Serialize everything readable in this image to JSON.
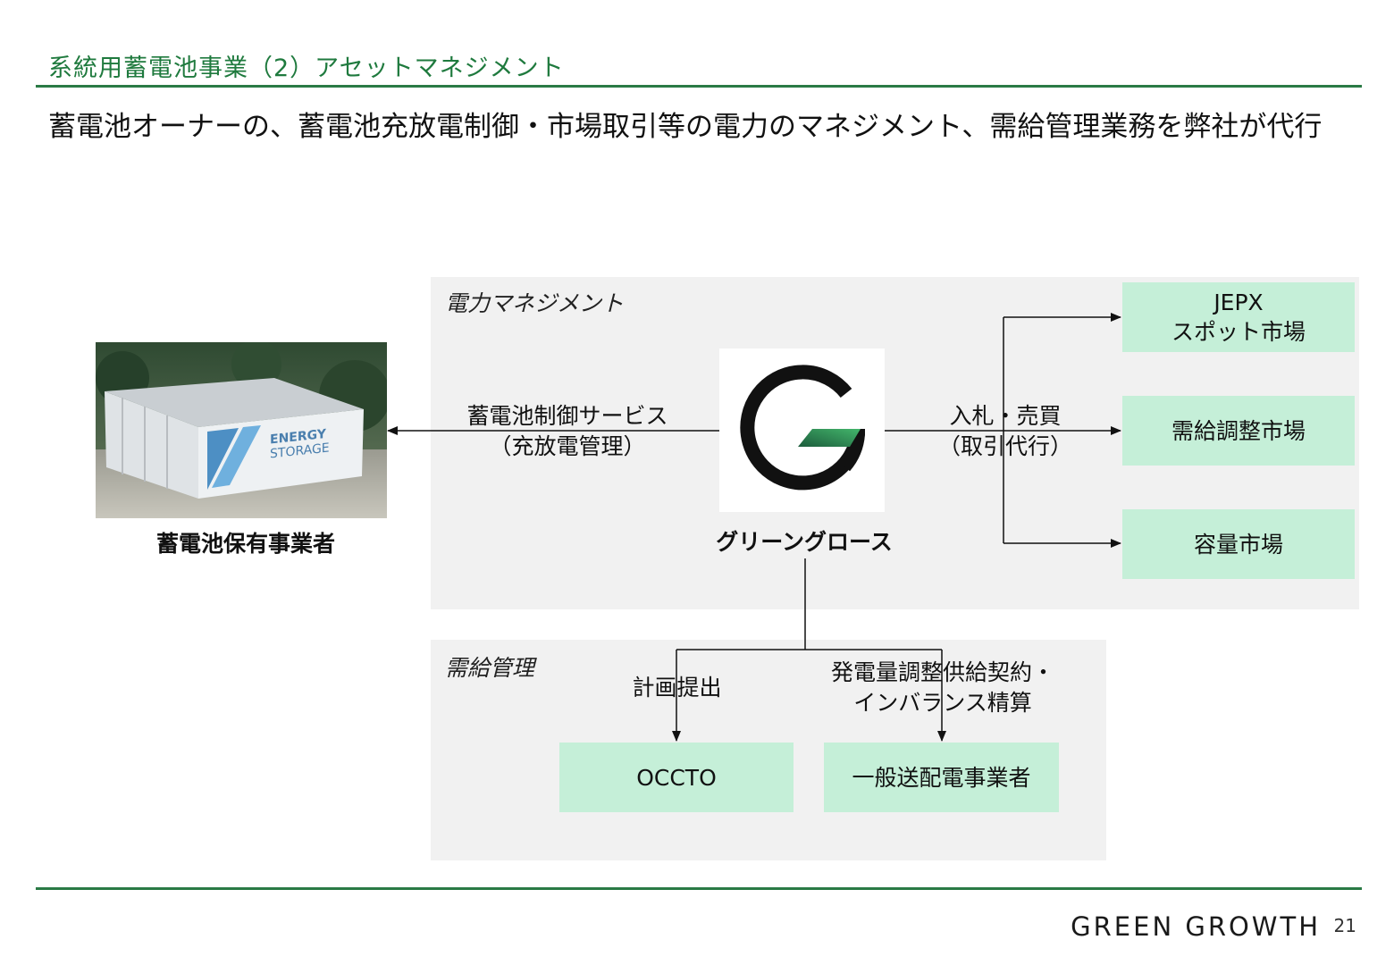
{
  "header": {
    "section_title": "系統用蓄電池事業（2）アセットマネジメント",
    "headline": "蓄電池オーナーの、蓄電池充放電制御・市場取引等の電力のマネジメント、需給管理業務を弊社が代行"
  },
  "diagram": {
    "power_panel_label": "電力マネジメント",
    "supply_panel_label": "需給管理",
    "owner": {
      "label": "蓄電池保有事業者",
      "image_text_line1": "ENERGY",
      "image_text_line2": "STORAGE"
    },
    "company": {
      "label": "グリーングロース"
    },
    "left_arrow": {
      "line1": "蓄電池制御サービス",
      "line2": "（充放電管理）"
    },
    "right_arrow": {
      "line1": "入札・売買",
      "line2": "（取引代行）"
    },
    "markets": [
      {
        "line1": "JEPX",
        "line2": "スポット市場"
      },
      {
        "line1": "需給調整市場"
      },
      {
        "line1": "容量市場"
      }
    ],
    "plan_label": "計画提出",
    "contract_label": {
      "line1": "発電量調整供給契約・",
      "line2": "インバランス精算"
    },
    "occto": "OCCTO",
    "transmission": "一般送配電事業者"
  },
  "footer": {
    "brand": "GREEN GROWTH",
    "page_number": "21"
  },
  "colors": {
    "accent_green": "#1f7a3e",
    "rule_green": "#2a7a45",
    "market_box": "#c5efd8",
    "panel_grey": "#f1f1f1"
  },
  "icons": {
    "logo": "green-growth-g-logo",
    "arrowheads": "arrow-right-icon"
  }
}
